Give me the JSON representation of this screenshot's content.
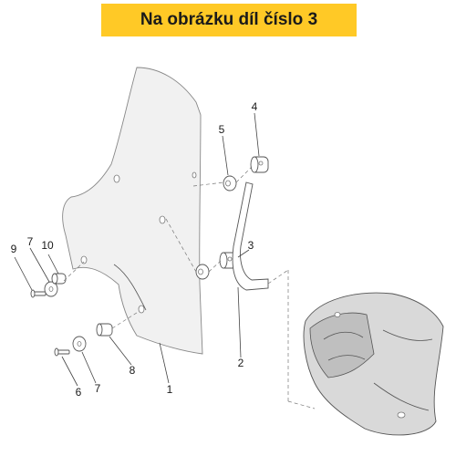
{
  "banner": {
    "title": "Na obrázku díl číslo 3",
    "color": "#ffc926"
  },
  "callouts": {
    "c1": "1",
    "c2": "2",
    "c3": "3",
    "c4": "4",
    "c5": "5",
    "c6": "6",
    "c7a": "7",
    "c7b": "7",
    "c8": "8",
    "c9": "9",
    "c10": "10"
  }
}
